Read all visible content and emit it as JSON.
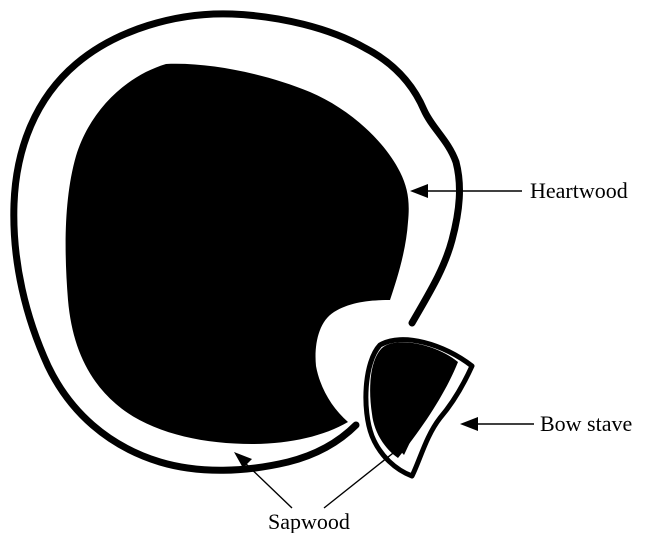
{
  "diagram": {
    "labels": {
      "heartwood": "Heartwood",
      "bow_stave": "Bow stave",
      "sapwood": "Sapwood"
    },
    "colors": {
      "outline": "#000000",
      "heartwood_fill": "#000000",
      "sapwood_fill": "#ffffff",
      "background": "#ffffff"
    }
  }
}
